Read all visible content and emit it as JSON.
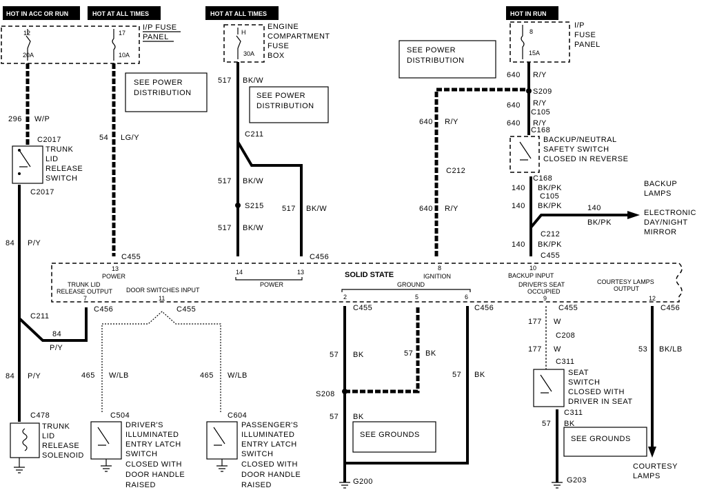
{
  "headers": {
    "h1": "HOT IN ACC OR RUN",
    "h2": "HOT AT ALL TIMES",
    "h3": "HOT AT ALL TIMES",
    "h4": "HOT IN RUN"
  },
  "ip_fuse": {
    "l1": "I/P FUSE",
    "l2": "PANEL",
    "f12": "12",
    "f12a": "20A",
    "f17": "17",
    "f17a": "10A"
  },
  "eng_fuse": {
    "l1": "ENGINE",
    "l2": "COMPARTMENT",
    "l3": "FUSE",
    "l4": "BOX",
    "fh": "H",
    "fha": "30A"
  },
  "ip_fuse2": {
    "l1": "I/P",
    "l2": "FUSE",
    "l3": "PANEL",
    "f8": "8",
    "f8a": "15A"
  },
  "notes": {
    "pd1a": "SEE POWER",
    "pd1b": "DISTRIBUTION",
    "pd2a": "SEE POWER",
    "pd2b": "DISTRIBUTION",
    "pd3a": "SEE POWER",
    "pd3b": "DISTRIBUTION",
    "g1": "SEE GROUNDS",
    "g2": "SEE GROUNDS"
  },
  "wires": {
    "w296": "296",
    "w296c": "W/P",
    "w54": "54",
    "w54c": "LG/Y",
    "w517a": "517",
    "w517ac": "BK/W",
    "w517b": "517",
    "w517bc": "BK/W",
    "w517c": "517",
    "w517cc": "BK/W",
    "w517d": "517",
    "w517dc": "BK/W",
    "w640a": "640",
    "w640ac": "R/Y",
    "w640b": "640",
    "w640bc": "R/Y",
    "w640c": "640",
    "w640cc": "R/Y",
    "w640d": "640",
    "w640dc": "R/Y",
    "w640e": "640",
    "w640ec": "R/Y",
    "w140a": "140",
    "w140ac": "BK/PK",
    "w140b": "140",
    "w140bc": "BK/PK",
    "w140c": "140",
    "w140cc": "BK/PK",
    "w140d": "140",
    "w140dc": "BK/PK",
    "w84a": "84",
    "w84ac": "P/Y",
    "w84b": "84",
    "w84bc": "P/Y",
    "w84c": "84",
    "w84cc": "P/Y",
    "w465a": "465",
    "w465ac": "W/LB",
    "w465b": "465",
    "w465bc": "W/LB",
    "w57a": "57",
    "w57ac": "BK",
    "w57b": "57",
    "w57bc": "BK",
    "w57c": "57",
    "w57cc": "BK",
    "w57d": "57",
    "w57dc": "BK",
    "w57e": "57",
    "w57ec": "BK",
    "w177a": "177",
    "w177ac": "W",
    "w177b": "177",
    "w177bc": "W",
    "w53": "53",
    "w53c": "BK/LB"
  },
  "conn": {
    "c2017a": "C2017",
    "c2017b": "C2017",
    "c211a": "C211",
    "c211b": "C211",
    "s215": "S215",
    "c212a": "C212",
    "c212b": "C212",
    "s209": "S209",
    "c105a": "C105",
    "c105b": "C105",
    "c168a": "C168",
    "c168b": "C168",
    "c455a": "C455",
    "c456a": "C456",
    "c455b": "C455",
    "c456b": "C456",
    "c455c": "C455",
    "c455d": "C455",
    "c456c": "C456",
    "c455e": "C455",
    "c456d": "C456",
    "c208": "C208",
    "c311a": "C311",
    "c311b": "C311",
    "c478": "C478",
    "c504": "C504",
    "c604": "C604",
    "s208": "S208",
    "g200": "G200",
    "g203": "G203"
  },
  "components": {
    "trunk_sw": [
      "TRUNK",
      "LID",
      "RELEASE",
      "SWITCH"
    ],
    "backup_sw": [
      "BACKUP/NEUTRAL",
      "SAFETY SWITCH",
      "CLOSED IN REVERSE"
    ],
    "backup_lamps": [
      "BACKUP",
      "LAMPS"
    ],
    "mirror": [
      "ELECTRONIC",
      "DAY/NIGHT",
      "MIRROR"
    ],
    "solenoid": [
      "TRUNK",
      "LID",
      "RELEASE",
      "SOLENOID"
    ],
    "drv_latch": [
      "DRIVER'S",
      "ILLUMINATED",
      "ENTRY LATCH",
      "SWITCH",
      "CLOSED WITH",
      "DOOR HANDLE",
      "RAISED"
    ],
    "pas_latch": [
      "PASSENGER'S",
      "ILLUMINATED",
      "ENTRY LATCH",
      "SWITCH",
      "CLOSED WITH",
      "DOOR HANDLE",
      "RAISED"
    ],
    "seat_sw": [
      "SEAT",
      "SWITCH",
      "CLOSED WITH",
      "DRIVER IN SEAT"
    ],
    "courtesy": [
      "COURTESY",
      "LAMPS"
    ]
  },
  "module": {
    "title": "SOLID STATE",
    "p13": "13",
    "power1": "POWER",
    "p14": "14",
    "p13b": "13",
    "power2": "POWER",
    "p8": "8",
    "ign": "IGNITION",
    "p10": "10",
    "backup": "BACKUP INPUT",
    "p7": "7",
    "tlo1": "TRUNK LID",
    "tlo2": "RELEASE OUTPUT",
    "dsi": "DOOR SWITCHES INPUT",
    "p11": "11",
    "gnd": "GROUND",
    "p2": "2",
    "p5": "5",
    "p6": "6",
    "dso1": "DRIVER'S SEAT",
    "dso2": "OCCUPIED",
    "p9": "9",
    "clo1": "COURTESY LAMPS",
    "clo2": "OUTPUT",
    "p12": "12"
  }
}
